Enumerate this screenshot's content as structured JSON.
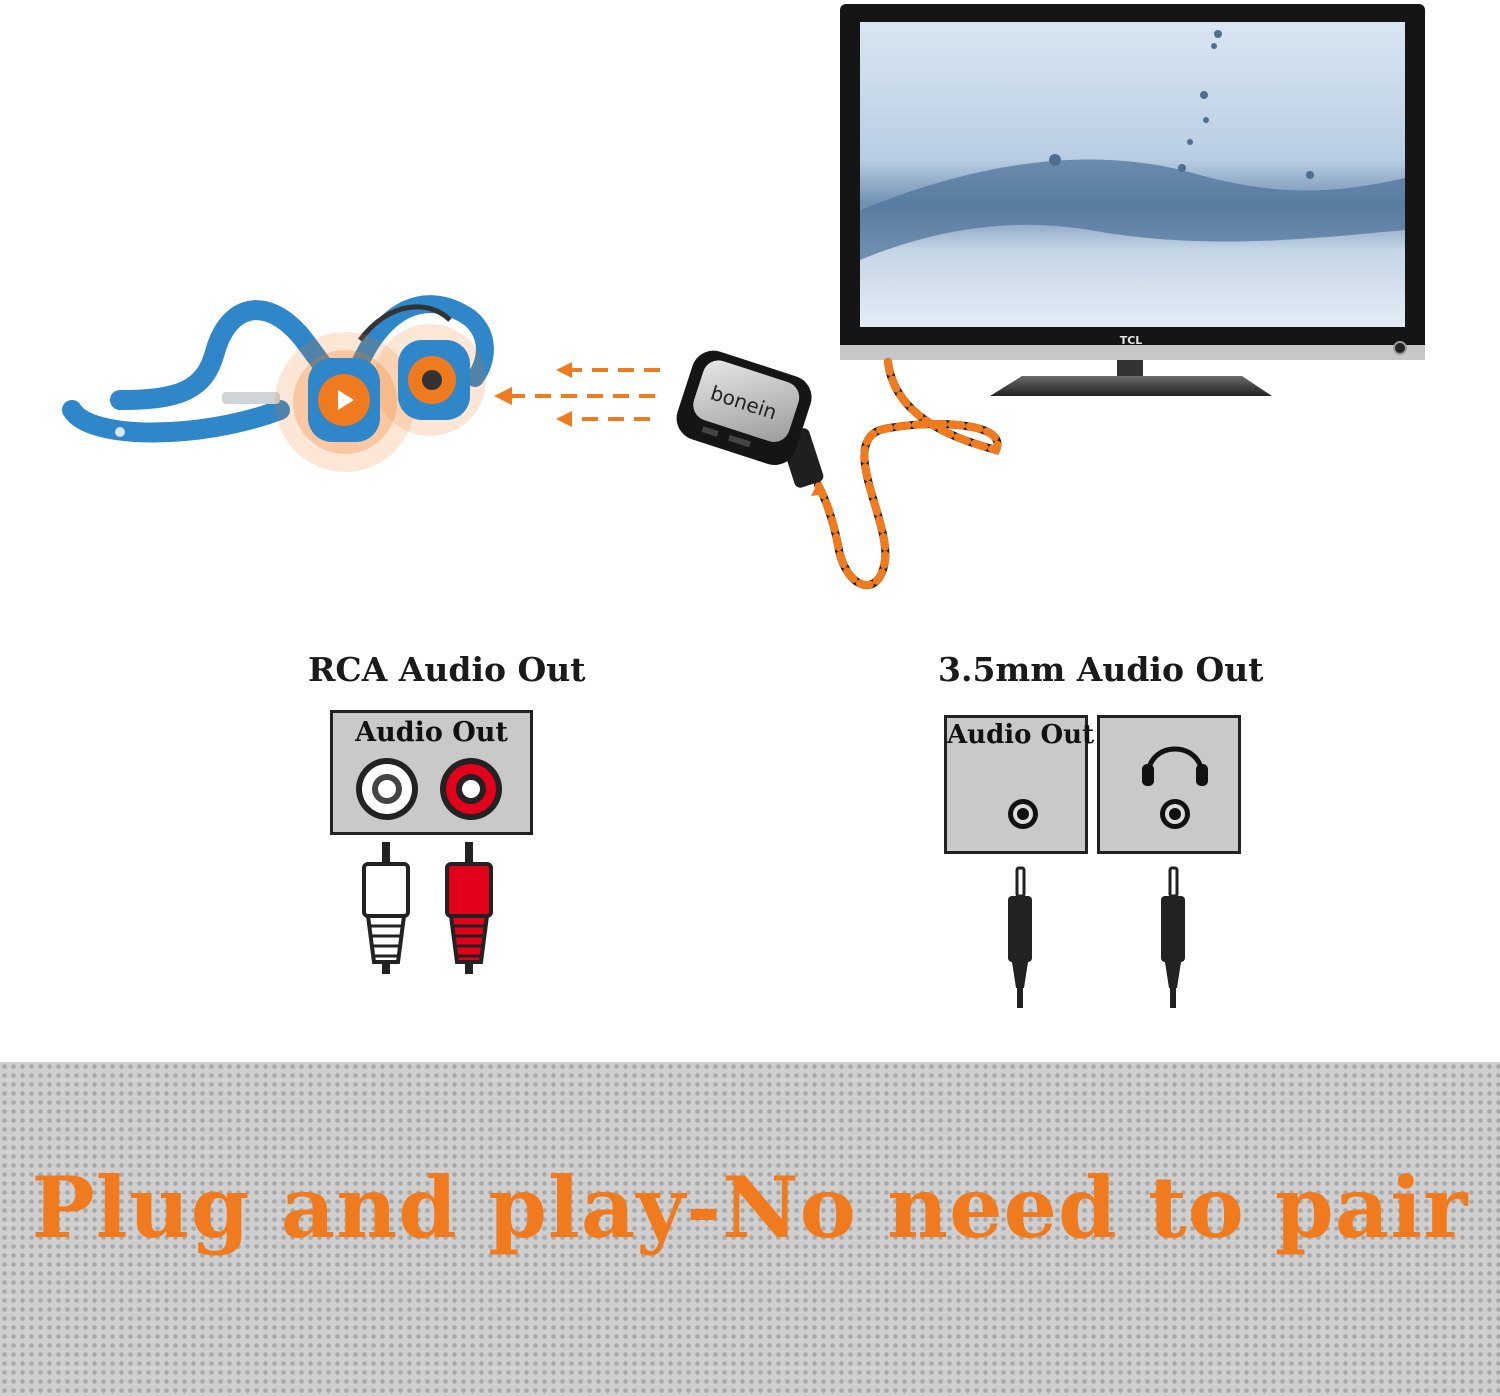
{
  "scene": {
    "tv_brand": "TCL",
    "transmitter_brand": "bonein"
  },
  "rca": {
    "heading": "RCA Audio Out",
    "panel_label": "Audio Out",
    "jack_colors": [
      "#ffffff",
      "#e3001b"
    ]
  },
  "mini": {
    "heading": "3.5mm Audio Out",
    "panel_audio_label": "Audio Out",
    "panel_headphone_icon": "headphone-icon"
  },
  "banner": {
    "text": "Plug and play-No need to pair"
  },
  "colors": {
    "accent": "#f07a1e",
    "headset_blue": "#2f86c9",
    "panel_gray": "#c9c9c9"
  }
}
